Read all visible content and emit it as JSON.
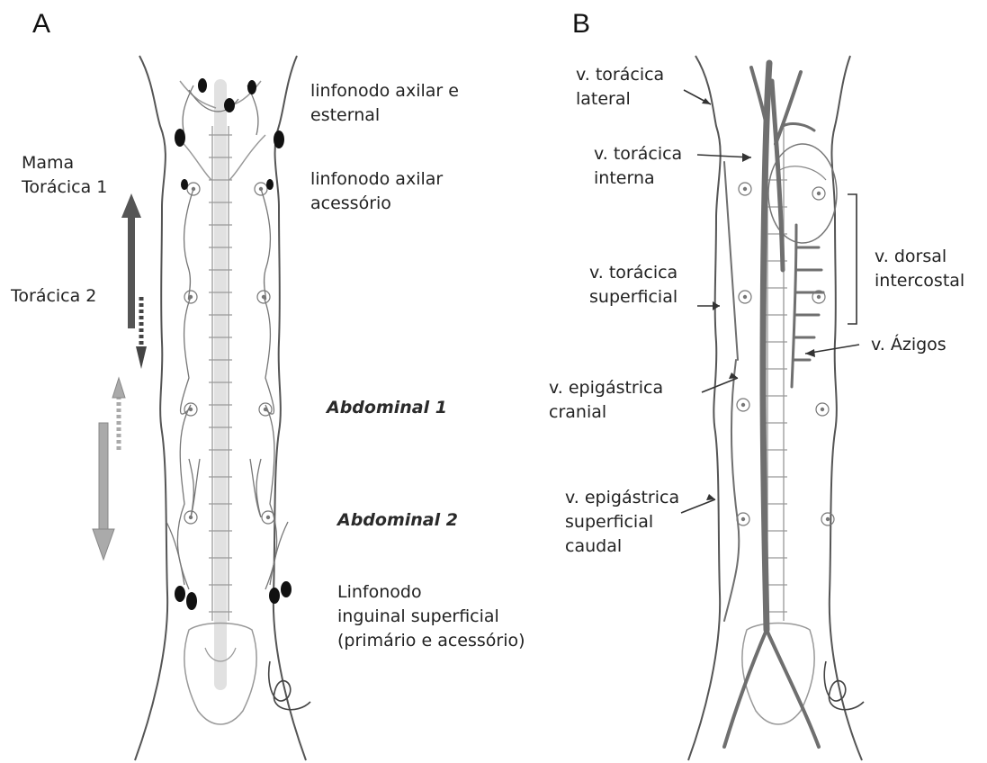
{
  "panels": {
    "a": "A",
    "b": "B"
  },
  "labels_a": {
    "axillary_sternal": [
      "linfonodo axilar e",
      "esternal"
    ],
    "accessory_axillary": [
      "linfonodo axilar",
      "acessório"
    ],
    "mama_thoracic1": [
      "Mama",
      "Torácica 1"
    ],
    "thoracic2": "Torácica 2",
    "abdominal1": "Abdominal 1",
    "abdominal2": "Abdominal 2",
    "inguinal": [
      "Linfonodo",
      "inguinal superficial",
      "(primário e acessório)"
    ]
  },
  "labels_b": {
    "lateral_thoracic": [
      "v. torácica",
      "lateral"
    ],
    "internal_thoracic": [
      "v. torácica",
      "interna"
    ],
    "superficial_thoracic": [
      "v. torácica",
      "superficial"
    ],
    "dorsal_intercostal": [
      "v. dorsal",
      "intercostal"
    ],
    "azygos": "v. Ázigos",
    "cranial_epigastric": [
      "v. epigástrica",
      "cranial"
    ],
    "caudal_epigastric": [
      "v. epigástrica",
      "superficial",
      "caudal"
    ]
  },
  "colors": {
    "outline": "#555555",
    "spine": "#9a9a9a",
    "vessel": "#6f6f6f",
    "node": "#111111",
    "arrow_dark": "#555555",
    "arrow_light": "#a9a9a9"
  }
}
